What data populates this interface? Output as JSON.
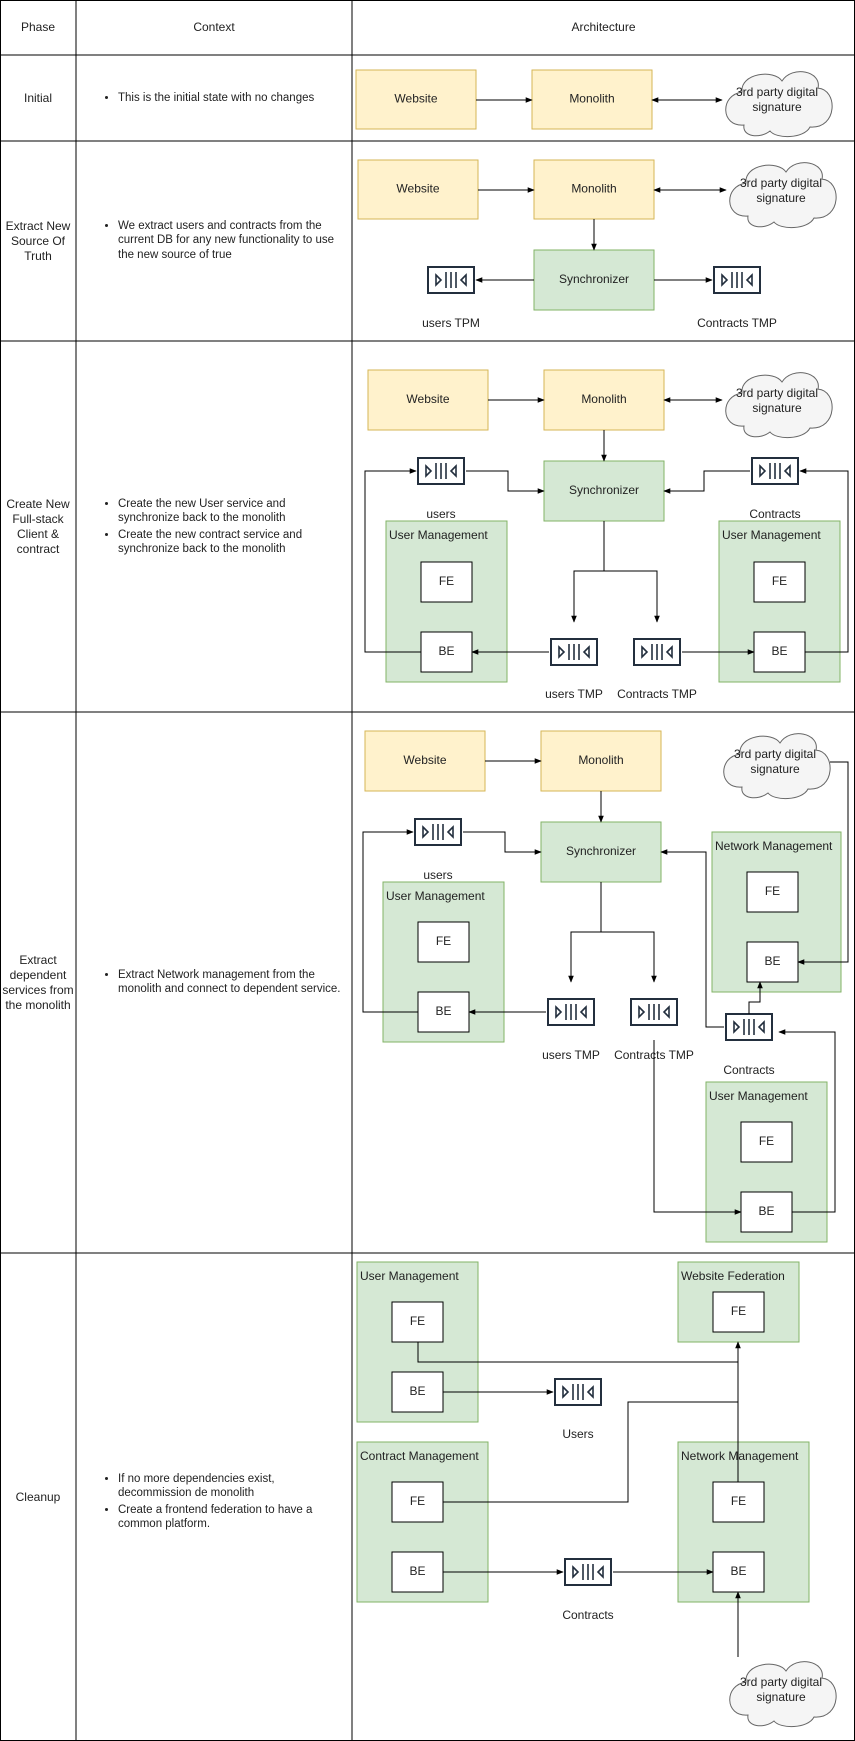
{
  "table": {
    "headers": {
      "phase": "Phase",
      "context": "Context",
      "architecture": "Architecture"
    },
    "rows": [
      {
        "phase": "Initial",
        "context": [
          "This is the initial state with no changes"
        ]
      },
      {
        "phase": "Extract New Source Of Truth",
        "context": [
          "We extract users and contracts from the current DB for any new functionality to use the new source of true"
        ]
      },
      {
        "phase": "Create New Full-stack Client & contract",
        "context": [
          "Create the new User service and synchronize back to the monolith",
          "Create the new contract service and synchronize back to the monolith"
        ]
      },
      {
        "phase": "Extract dependent services from the monolith",
        "context": [
          "Extract Network management from the monolith and connect to dependent service."
        ]
      },
      {
        "phase": "Cleanup",
        "context": [
          "If no more dependencies exist, decommission de monolith",
          "Create a frontend federation to have a common platform."
        ]
      }
    ]
  },
  "labels": {
    "website": "Website",
    "monolith": "Monolith",
    "synchronizer": "Synchronizer",
    "third_party_1": "3rd party digital",
    "third_party_2": "signature",
    "users_tpm": "users TPM",
    "users_tmp": "users TMP",
    "contracts_tmp": "Contracts TMP",
    "users": "users",
    "users_cap": "Users",
    "contracts": "Contracts",
    "user_management": "User Management",
    "network_management": "Network Management",
    "contract_management": "Contract Management",
    "website_federation": "Website Federation",
    "fe": "FE",
    "be": "BE"
  },
  "colors": {
    "yellow_fill": "#fff2cc",
    "yellow_stroke": "#d6b656",
    "green_fill": "#d5e8d4",
    "green_stroke": "#82b366",
    "cloud_fill": "#f5f5f5",
    "cloud_stroke": "#666666",
    "queue_stroke": "#232f3e",
    "line": "#000000"
  }
}
